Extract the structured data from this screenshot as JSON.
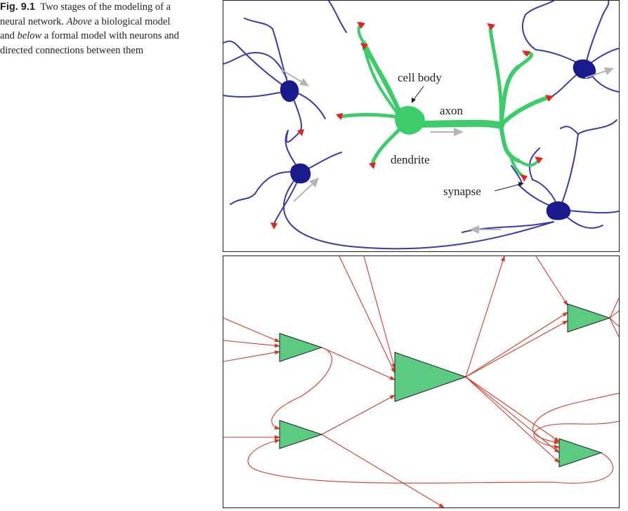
{
  "caption": {
    "label": "Fig. 9.1",
    "text_1": "Two stages of the modeling of a neural network. ",
    "italic_1": "Above",
    "text_2": " a biological model and ",
    "italic_2": "below",
    "text_3": " a formal model with neurons and directed connections between them"
  },
  "biological_model": {
    "labels": {
      "cell_body": "cell body",
      "axon": "axon",
      "dendrite": "dendrite",
      "synapse": "synapse"
    },
    "colors": {
      "neuron_body": "#1a1a8c",
      "dendrite": "#3a3ab0",
      "highlighted_neuron": "#3ccc6a",
      "synapse": "#e8201e",
      "signal_arrow": "#b5b5b5"
    }
  },
  "formal_model": {
    "colors": {
      "neuron": "#5ccb82",
      "connection": "#d23a2a"
    }
  }
}
